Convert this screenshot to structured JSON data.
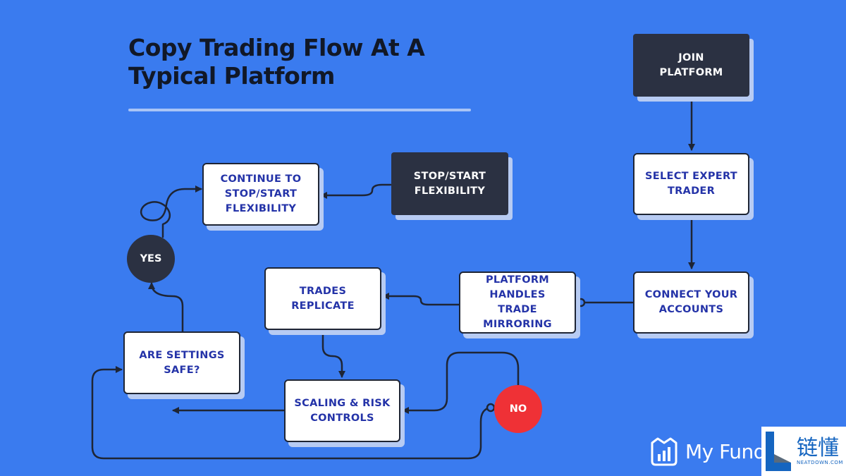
{
  "title": "Copy Trading Flow At A Typical Platform",
  "nodes": {
    "join": "JOIN\nPLATFORM",
    "select": "SELECT EXPERT\nTRADER",
    "connect": "CONNECT YOUR\nACCOUNTS",
    "mirror": "PLATFORM\nHANDLES  TRADE\nMIRRORING",
    "replicate": "TRADES\nREPLICATE",
    "scaling": "SCALING & RISK\nCONTROLS",
    "settings": "ARE SETTINGS\nSAFE?",
    "yes": "YES",
    "no": "NO",
    "continue": "CONTINUE TO\nSTOP/START\nFLEXIBILITY",
    "stopstart": "STOP/START\nFLEXIBILITY"
  },
  "brand": {
    "name": "My Funde",
    "icon": "crown-chart-icon"
  },
  "watermark": {
    "cn": "链懂",
    "en": "NEATDOWN.COM"
  },
  "colors": {
    "background": "#3a7bef",
    "dark_box": "#2b3142",
    "light_box": "#ffffff",
    "label": "#2433a8",
    "yes": "#2b3142",
    "no": "#ef3136",
    "line": "#1e2535"
  }
}
